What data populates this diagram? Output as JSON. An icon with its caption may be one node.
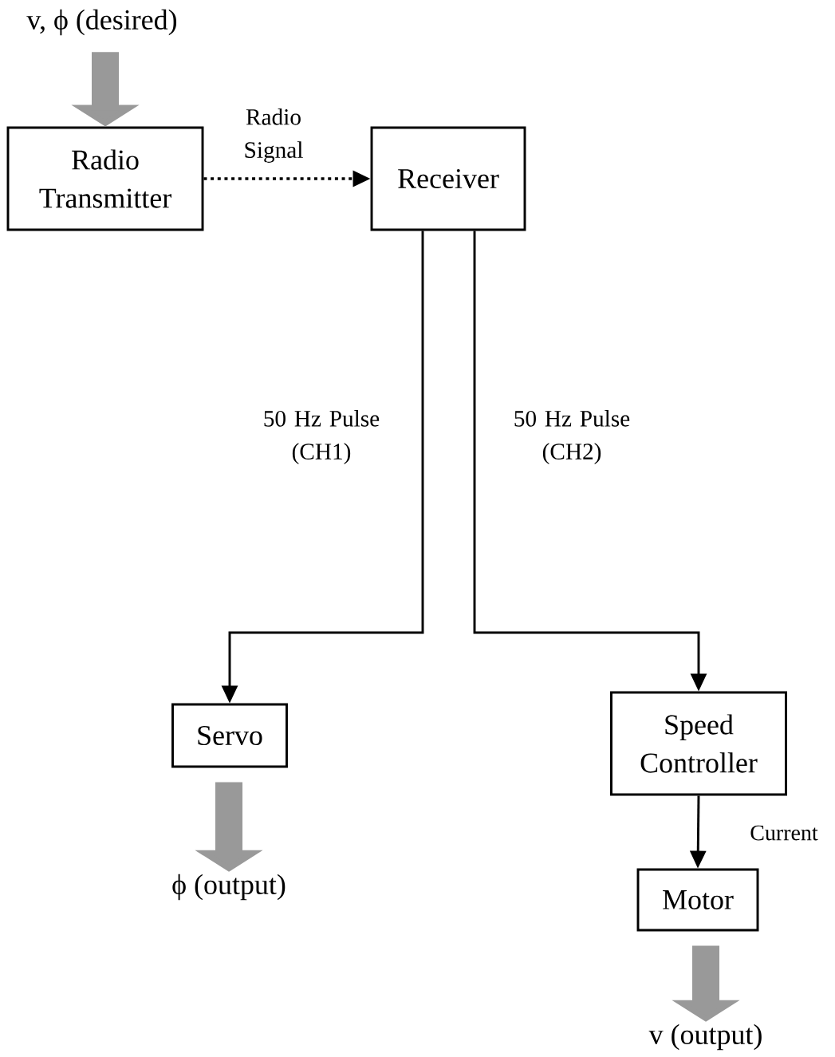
{
  "diagram": {
    "nodes": [
      {
        "text": [
          "v, ϕ (desired)"
        ]
      },
      {
        "text": [
          "Radio Transmitter"
        ]
      },
      {
        "text": [
          "Receiver"
        ]
      },
      {
        "text": [
          "Servo"
        ]
      },
      {
        "text": [
          "Speed Controller"
        ]
      },
      {
        "text": [
          "Motor"
        ]
      },
      {
        "text": [
          "ϕ (output)"
        ]
      },
      {
        "text": [
          "v (output)"
        ]
      }
    ],
    "edges": [
      {
        "from": 0,
        "to": 1,
        "arrow": "to",
        "style": "thick",
        "color": "#999999"
      },
      {
        "from": 1,
        "to": 2,
        "arrow": "to",
        "style": "dashed",
        "label": "Radio Signal"
      },
      {
        "from": 2,
        "to": 3,
        "arrow": "to",
        "label": "50 Hz Pulse (CH1)"
      },
      {
        "from": 2,
        "to": 4,
        "arrow": "to",
        "label": "50 Hz Pulse (CH2)"
      },
      {
        "from": 4,
        "to": 5,
        "arrow": "to",
        "label": "Current"
      },
      {
        "from": 3,
        "to": 6,
        "arrow": "to",
        "style": "thick",
        "color": "#999999"
      },
      {
        "from": 5,
        "to": 7,
        "arrow": "to",
        "style": "thick",
        "color": "#999999"
      }
    ]
  }
}
